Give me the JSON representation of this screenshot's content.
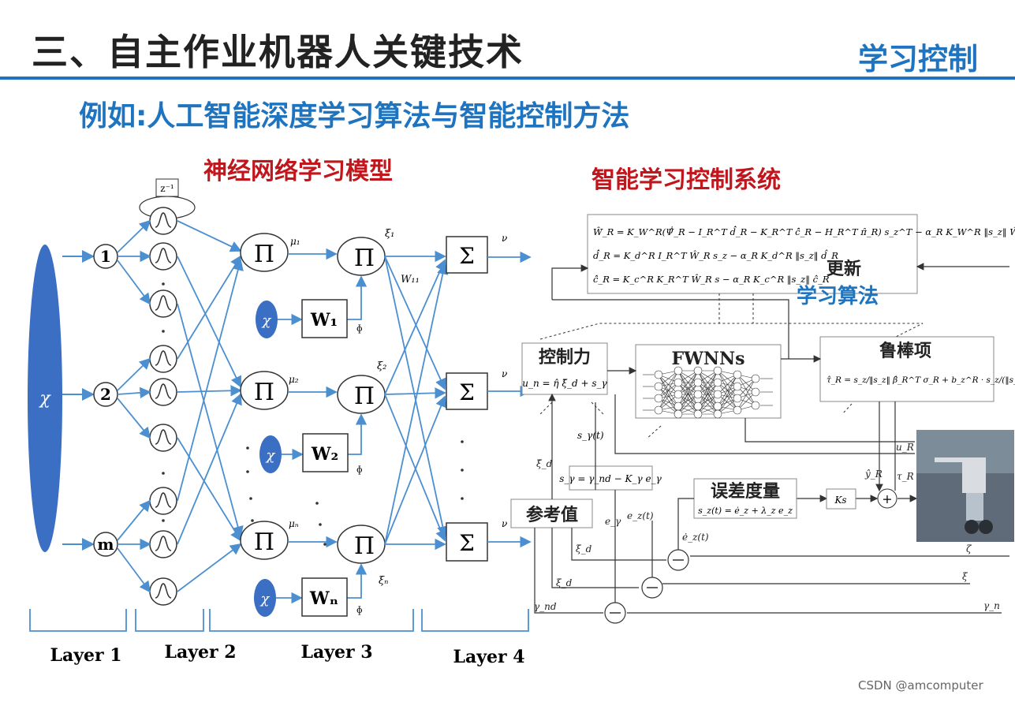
{
  "slide": {
    "title": "三、自主作业机器人关键技术",
    "tag": "学习控制",
    "subtitle": "例如:人工智能深度学习算法与智能控制方法",
    "watermark": "CSDN @amcomputer"
  },
  "neural_network": {
    "title": "神经网络学习模型",
    "input_symbol": "χ",
    "inputs": [
      "1",
      "2",
      "m"
    ],
    "delay_label": "z⁻¹",
    "product_symbol": "Π",
    "sum_symbol": "Σ",
    "weights": [
      "W₁",
      "W₂",
      "Wₙ"
    ],
    "mu_labels": [
      "μ₁",
      "μ₂",
      "μₙ"
    ],
    "xi_labels": [
      "ξ₁",
      "ξ₂",
      "ξₙ"
    ],
    "weight_edge_label": "W₁₁",
    "output_label": "ν",
    "phi_label": "ɸ",
    "layers": [
      "Layer 1",
      "Layer 2",
      "Layer 3",
      "Layer 4"
    ]
  },
  "control_system": {
    "title": "智能学习控制系统",
    "update_equations": [
      "Ŵ̇_R = K_W^R(Ψ̂̇_R − I_R^T d̂̇_R − K_R^T ĉ̇_R − H_R^T π̂_R) s_z^T − α_R K_W^R ‖s_z‖ Ŵ_R",
      "d̂̇_R = K_d^R I_R^T Ŵ_R s_z − α_R K_d^R ‖s_z‖ d̂_R",
      "ĉ̇_R = K_c^R K_R^T Ŵ_R s − α_R K_c^R ‖s_z‖ ĉ_R"
    ],
    "update_label_1": "更新",
    "update_label_2": "学习算法",
    "control_force_label": "控制力",
    "control_force_eq": "u_n = η̂ ξ̈_d + s_γ",
    "fwnn_label": "FWNNs",
    "robust_label": "鲁棒项",
    "robust_eq": "τ̂_R = s_z/‖s_z‖ β̂_R^T σ_R + b_z^R · s_z/(‖s_z‖+σ_R)",
    "reference_label": "参考值",
    "error_label": "误差度量",
    "error_eq": "s_z(t) = ė_z + λ_z e_z",
    "s_gamma_eq": "s_γ = γ_nd − K_γ e_γ",
    "s_gamma_t": "s_γ(t)",
    "ks_label": "Ks",
    "signals": {
      "xi_dd": "ξ̈_d",
      "xi_d_dot": "ξ̇_d",
      "xi_d": "ξ_d",
      "gamma_nd": "γ_nd",
      "e_gamma": "e_γ",
      "e_z_t": "e_z(t)",
      "e_z_dot": "ė_z(t)",
      "u_R": "u_R",
      "y_R": "ŷ_R",
      "tau_R": "τ_R",
      "zeta": "ζ",
      "xi": "ξ",
      "gamma_n": "γ_n"
    }
  },
  "colors": {
    "accent": "#1f74c0",
    "red_heading": "#c0161c",
    "arrow": "#4b8fd1",
    "ellipse_fill": "#3a6fc4"
  }
}
